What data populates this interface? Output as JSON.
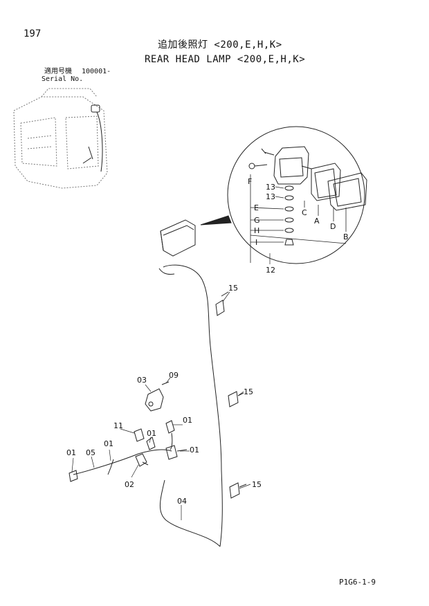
{
  "page": {
    "number": "197",
    "title_ja": "追加後照灯 <200,E,H,K>",
    "title_en": "REAR HEAD LAMP <200,E,H,K>",
    "serial_label_ja": "適用号機",
    "serial_label_en": "Serial No.",
    "serial_value": "100001-",
    "footer_code": "P1G6-1-9"
  },
  "callouts": {
    "c15a": "15",
    "c15b": "15",
    "c15c": "15",
    "c03": "03",
    "c09": "09",
    "c11": "11",
    "c01a": "01",
    "c01b": "01",
    "c01c": "01",
    "c01d": "01",
    "c01e": "01",
    "c05": "05",
    "c02": "02",
    "c04": "04",
    "c13a": "13",
    "c13b": "13",
    "cF": "F",
    "cE": "E",
    "cG": "G",
    "cH": "H",
    "cI": "I",
    "cC": "C",
    "cA": "A",
    "cD": "D",
    "cB": "B",
    "c12": "12"
  }
}
